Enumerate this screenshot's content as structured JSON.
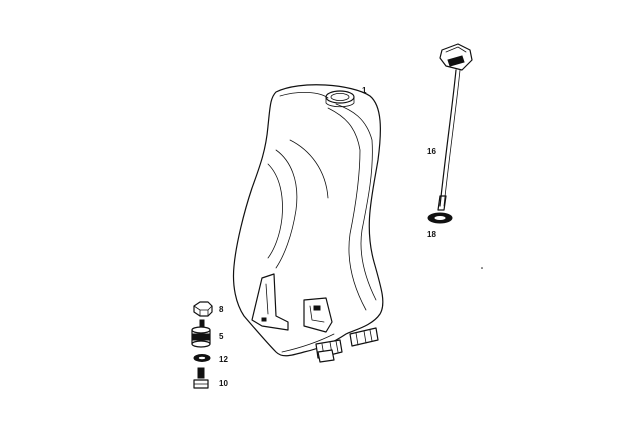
{
  "diagram": {
    "callouts": [
      {
        "id": "tank",
        "label": "1"
      },
      {
        "id": "dipstick",
        "label": "16"
      },
      {
        "id": "dipstick-seal",
        "label": "18"
      },
      {
        "id": "nut",
        "label": "8"
      },
      {
        "id": "rubber-mount",
        "label": "5"
      },
      {
        "id": "washer",
        "label": "12"
      },
      {
        "id": "bolt",
        "label": "10"
      }
    ]
  }
}
